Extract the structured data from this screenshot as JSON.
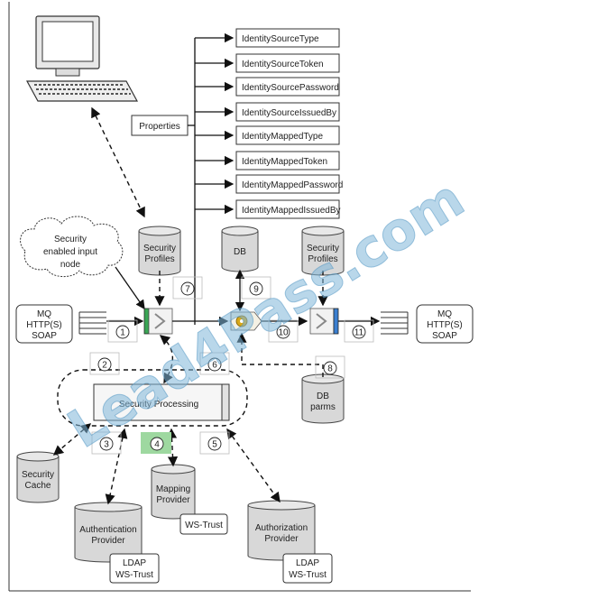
{
  "properties": {
    "label": "Properties",
    "items": [
      "IdentitySourceType",
      "IdentitySourceToken",
      "IdentitySourcePassword",
      "IdentitySourceIssuedBy",
      "IdentityMappedType",
      "IdentityMappedToken",
      "IdentityMappedPassword",
      "IdentityMappedIssuedBy"
    ]
  },
  "cloud": {
    "line1": "Security",
    "line2": "enabled input",
    "line3": "node"
  },
  "cylinders": {
    "security_profiles_left": {
      "line1": "Security",
      "line2": "Profiles"
    },
    "db": {
      "line1": "DB"
    },
    "security_profiles_right": {
      "line1": "Security",
      "line2": "Profiles"
    },
    "db_parms": {
      "line1": "DB",
      "line2": "parms"
    },
    "security_cache": {
      "line1": "Security",
      "line2": "Cache"
    },
    "mapping_provider": {
      "line1": "Mapping",
      "line2": "Provider"
    },
    "authentication_provider": {
      "line1": "Authentication",
      "line2": "Provider"
    },
    "authorization_provider": {
      "line1": "Authorization",
      "line2": "Provider"
    }
  },
  "boxes": {
    "mq_left": {
      "line1": "MQ",
      "line2": "HTTP(S)",
      "line3": "SOAP"
    },
    "mq_right": {
      "line1": "MQ",
      "line2": "HTTP(S)",
      "line3": "SOAP"
    },
    "security_processing": "Security Processing",
    "ws_trust_mapping": "WS-Trust",
    "ldap_auth": {
      "line1": "LDAP",
      "line2": "WS-Trust"
    },
    "ldap_authz": {
      "line1": "LDAP",
      "line2": "WS-Trust"
    }
  },
  "steps": [
    "1",
    "2",
    "3",
    "4",
    "5",
    "6",
    "7",
    "8",
    "9",
    "10",
    "11"
  ],
  "watermark": "Lead4Pass.com",
  "colors": {
    "step4_highlight": "#9ed8a0",
    "input_terminal": "#3aa655",
    "output_terminal": "#3a7fd0",
    "watermark": "#7fb7d9"
  }
}
